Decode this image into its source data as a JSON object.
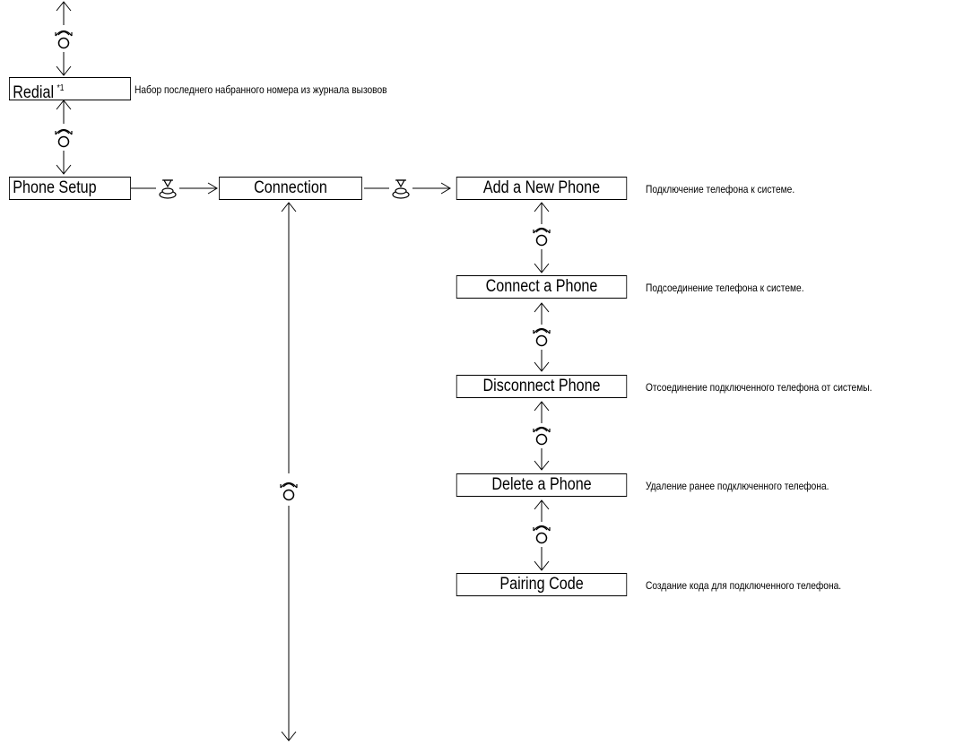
{
  "menu": {
    "redial": {
      "label": "Redial",
      "note": "*1",
      "description": "Набор последнего набранного номера из журнала вызовов"
    },
    "phone_setup": {
      "label": "Phone Setup"
    },
    "connection": {
      "label": "Connection"
    },
    "submenu": [
      {
        "label": "Add a New Phone",
        "description": "Подключение телефона к системе."
      },
      {
        "label": "Connect a Phone",
        "description": "Подсоединение телефона к системе."
      },
      {
        "label": "Disconnect Phone",
        "description": "Отсоединение подключенного телефона от системы."
      },
      {
        "label": "Delete a Phone",
        "description": "Удаление ранее подключенного телефона."
      },
      {
        "label": "Pairing Code",
        "description": "Создание кода для подключенного телефона."
      }
    ]
  },
  "icons": {
    "rotate": "rotary-knob-icon",
    "press": "push-button-icon"
  }
}
